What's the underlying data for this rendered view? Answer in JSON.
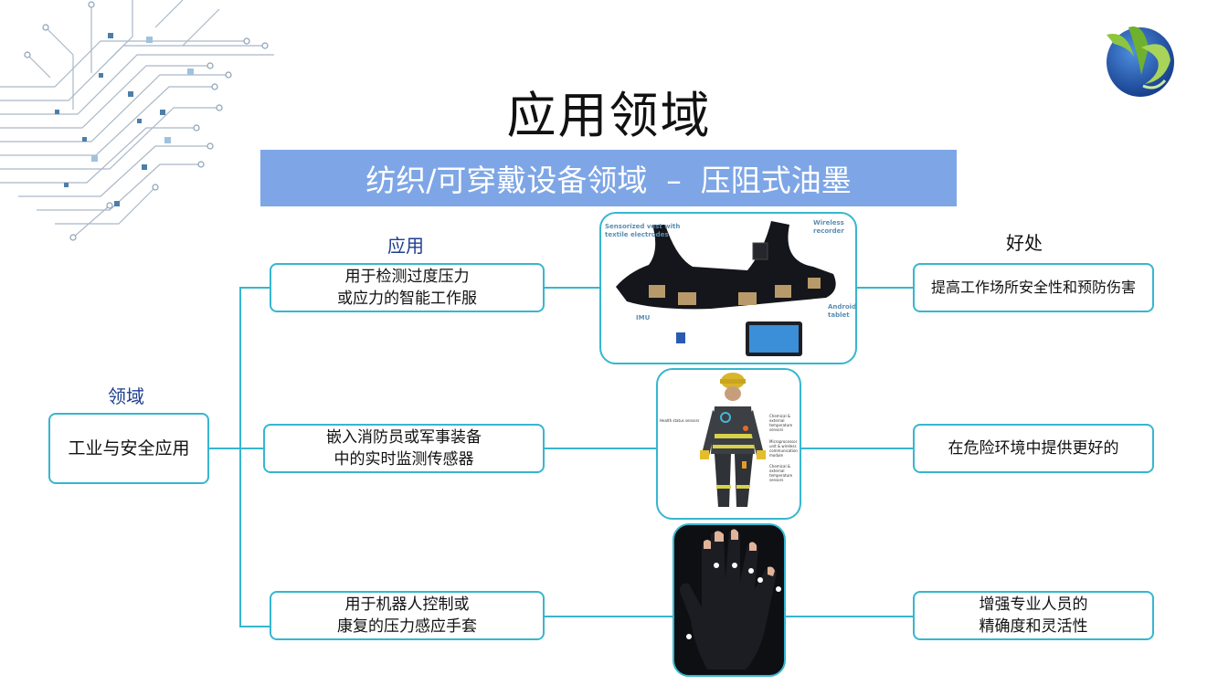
{
  "title": "应用领域",
  "banner": "纺织/可穿戴设备领域  –  压阻式油墨",
  "headings": {
    "application": "应用",
    "benefit": "好处",
    "field": "领域"
  },
  "field_box": "工业与安全应用",
  "applications": [
    "用于检测过度压力\n或应力的智能工作服",
    "嵌入消防员或军事装备\n中的实时监测传感器",
    "用于机器人控制或\n康复的压力感应手套"
  ],
  "benefits": [
    "提高工作场所安全性和预防伤害",
    "在危险环境中提供更好的",
    "增强专业人员的\n精确度和灵活性"
  ],
  "vest_labels": {
    "sensorized_vest": "Sensorized vest with",
    "textile_electrodes": "textile electrodes",
    "wireless": "Wireless",
    "recorder": "recorder",
    "imu": "IMU",
    "android": "Android",
    "tablet": "tablet"
  },
  "firefighter_labels": {
    "health": "Health status sensors",
    "chem1a": "Chemical &",
    "chem1b": "external",
    "chem1c": "temperature",
    "chem1d": "sensors",
    "micro_a": "Microprocessor",
    "micro_b": "unit & wireless",
    "micro_c": "communication",
    "micro_d": "module",
    "chem2a": "Chemical &",
    "chem2b": "external",
    "chem2c": "temperature",
    "chem2d": "sensors"
  },
  "colors": {
    "accent": "#36b6cf",
    "banner": "#7ea6e6",
    "heading_blue": "#1f3f8f"
  }
}
